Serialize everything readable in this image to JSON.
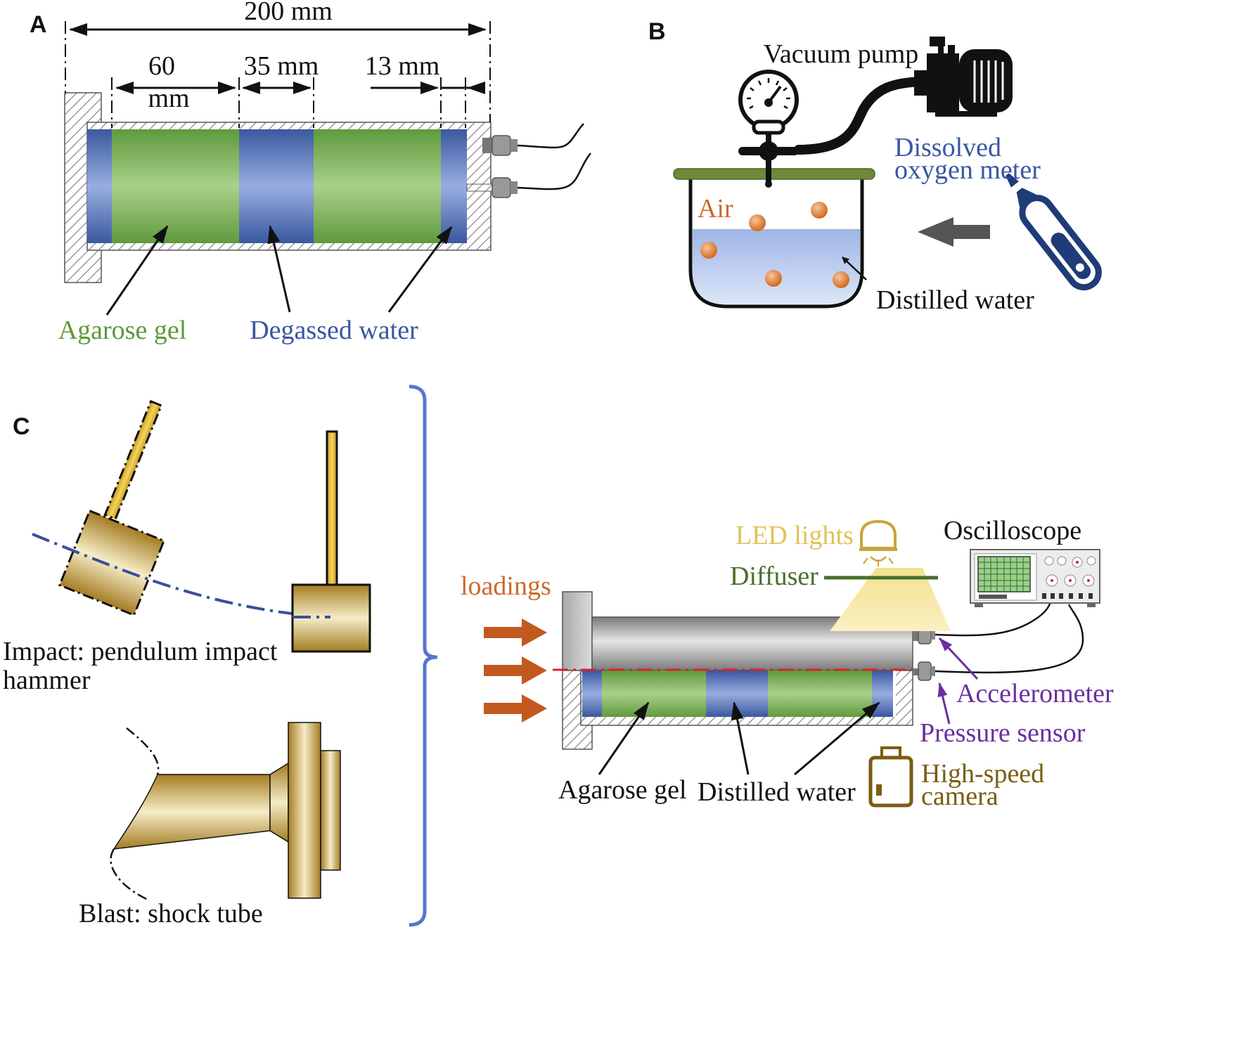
{
  "panels": {
    "a": {
      "letter": "A",
      "dim_total": "200 mm",
      "dim_60": "60",
      "dim_60_unit": "mm",
      "dim_35": "35 mm",
      "dim_13": "13 mm",
      "label_gel": "Agarose gel",
      "label_water": "Degassed water"
    },
    "b": {
      "letter": "B",
      "vacuum_pump": "Vacuum pump",
      "dissolved_1": "Dissolved",
      "dissolved_2": "oxygen meter",
      "air": "Air",
      "distilled_water": "Distilled water"
    },
    "c": {
      "letter": "C",
      "impact_1": "Impact: pendulum impact",
      "impact_2": "hammer",
      "blast": "Blast: shock tube",
      "loadings": "loadings",
      "led": "LED lights",
      "diffuser": "Diffuser",
      "oscilloscope": "Oscilloscope",
      "accelerometer": "Accelerometer",
      "pressure_sensor": "Pressure sensor",
      "camera_1": "High-speed",
      "camera_2": "camera",
      "agarose_gel": "Agarose gel",
      "distilled_water": "Distilled water"
    }
  },
  "colors": {
    "gel_green": "#5f9a3c",
    "water_blue": "#3a58a0",
    "label_green": "#5a9a3a",
    "label_blue": "#3a55a3",
    "label_orange": "#cc6a2a",
    "label_yellow": "#e0c25a",
    "label_darkgreen": "#4a6e2a",
    "label_purple": "#6a2ea0",
    "label_brown": "#7a5c12",
    "bracket_blue": "#5577cc",
    "arrow_orange": "#c25a1f"
  }
}
